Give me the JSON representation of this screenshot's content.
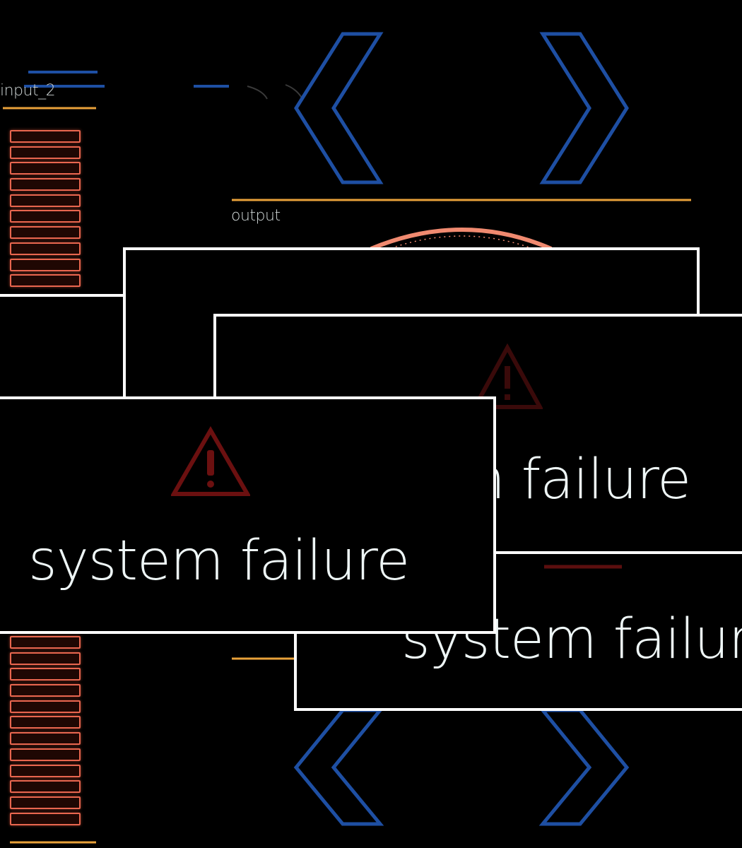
{
  "hud": {
    "input_label": "input_2",
    "output_label": "output",
    "accent_colors": {
      "blue": "#1e4fa3",
      "amber": "#e8a13a",
      "ladder_red": "#e8664f",
      "warning_red": "#5c0f0f"
    },
    "icons": [
      "chevron-left-icon",
      "chevron-right-icon",
      "gauge-dial-icon",
      "level-ladder-icon"
    ]
  },
  "dialogs": {
    "message": "system failure",
    "icon": "warning-icon"
  }
}
